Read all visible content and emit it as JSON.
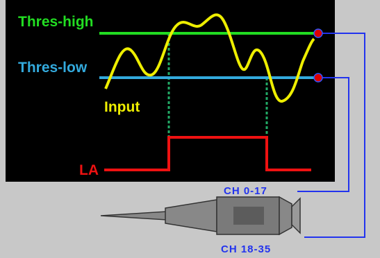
{
  "labels": {
    "thres_high": "Thres-high",
    "thres_low": "Thres-low",
    "input": "Input",
    "la": "LA",
    "ch_upper": "CH 0-17",
    "ch_lower": "CH 18-35"
  },
  "colors": {
    "background": "#c8c8c8",
    "scope_screen": "#000000",
    "thres_high": "#22dd22",
    "thres_low": "#33aadd",
    "input": "#eeee00",
    "la": "#ee1111",
    "probe_wire": "#2233ee",
    "node": "#dd0000",
    "dashed_marker": "#22aa66",
    "probe_body": "#777777"
  },
  "icons": {
    "probe": "logic-probe-icon",
    "node": "threshold-node-icon"
  }
}
